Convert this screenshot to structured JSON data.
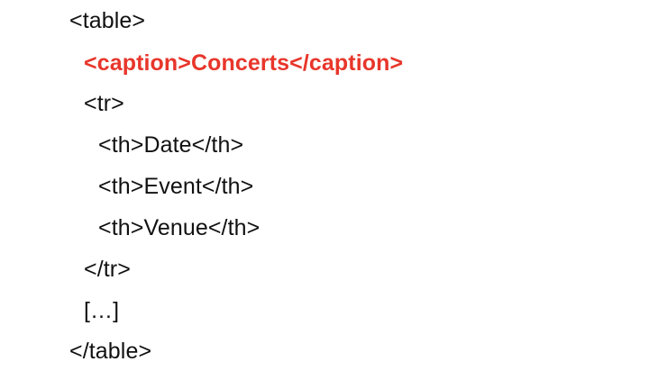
{
  "code": {
    "lines": [
      "<table>",
      "<caption>Concerts</caption>",
      "<tr>",
      "<th>Date</th>",
      "<th>Event</th>",
      "<th>Venue</th>",
      "</tr>",
      "[…]",
      "</table>"
    ],
    "highlight_color": "#e8362b",
    "text_color": "#111111"
  }
}
